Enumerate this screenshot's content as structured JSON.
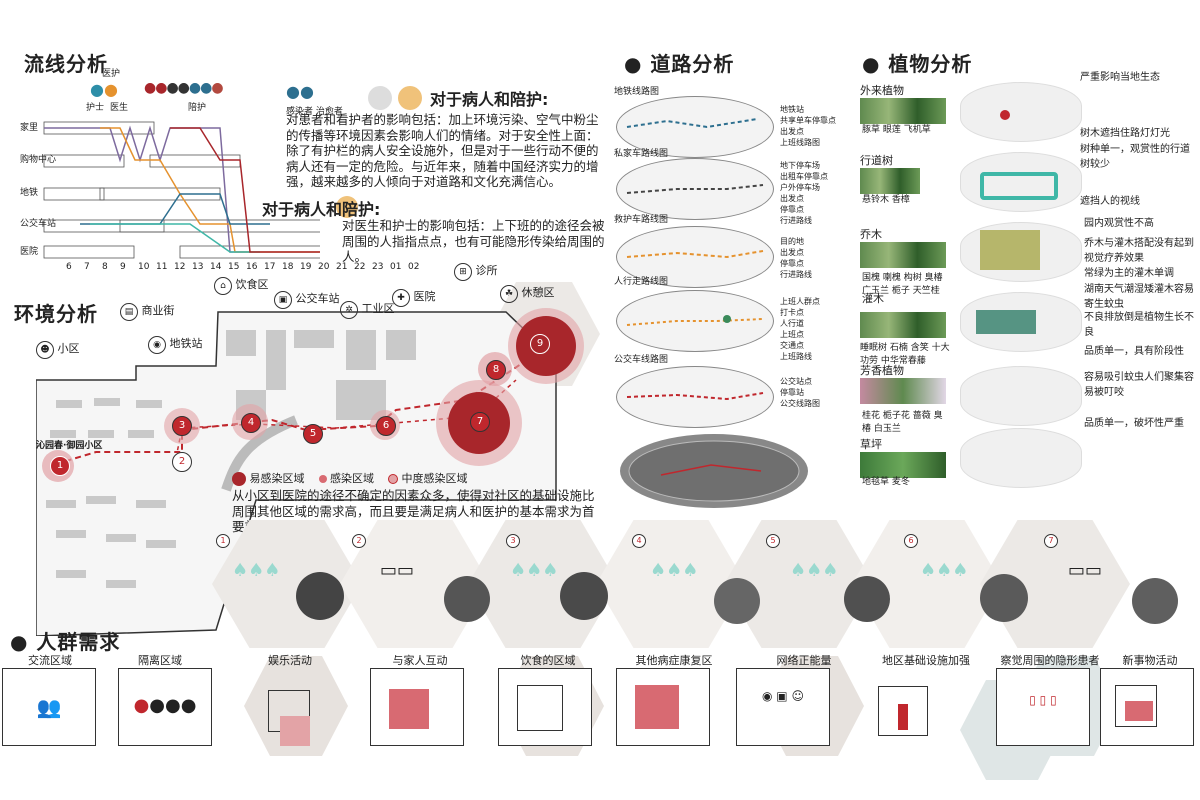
{
  "flow": {
    "title": "流线分析",
    "group_medical": "医护",
    "group_escort": "陪护",
    "people": [
      "护士",
      "医生",
      "感染者",
      "治愈者"
    ],
    "rows": [
      "家里",
      "购物中心",
      "地铁",
      "公交车站",
      "医院"
    ],
    "hours": [
      "6",
      "7",
      "8",
      "9",
      "10",
      "11",
      "12",
      "13",
      "14",
      "15",
      "16",
      "17",
      "18",
      "19",
      "20",
      "21",
      "22",
      "23",
      "01",
      "02"
    ],
    "patient_heading": "对于病人和陪护:",
    "patient_text": "对患者和看护者的影响包括：加上环境污染、空气中粉尘的传播等环境因素会影响人们的情绪。对于安全性上面：除了有护栏的病人安全设施外，但是对于一些行动不便的病人还有一定的危险。与近年来，随着中国经济实力的增强，越来越多的人倾向于对道路和文化充满信心。",
    "staff_heading": "对于病人和陪护:",
    "staff_text": "对医生和护士的影响包括：上下班的的途径会被周围的人指指点点，也有可能隐形传染给周围的人。"
  },
  "env": {
    "title": "环境分析",
    "places": [
      "小区",
      "商业街",
      "地铁站",
      "饮食区",
      "公交车站",
      "工业区",
      "医院",
      "诊所",
      "休憩区"
    ],
    "community_label": "沁园春·御园小区",
    "legend": [
      "易感染区域",
      "感染区域",
      "中度感染区域"
    ],
    "desc": "从小区到医院的途径不确定的因素众多，使得对社区的基础设施比周围其他区域的需求高，而且要是满足病人和医护的基本需求为首要前提。",
    "points": [
      "1",
      "2",
      "3",
      "4",
      "5",
      "6",
      "7",
      "8",
      "9"
    ]
  },
  "road": {
    "title": "道路分析",
    "maps": [
      {
        "label": "地铁线路图",
        "legend": [
          "地铁站",
          "共享单车停靠点",
          "出发点",
          "上班线路图"
        ]
      },
      {
        "label": "私家车路线图",
        "legend": [
          "地下停车场",
          "出租车停靠点",
          "户外停车场",
          "出发点",
          "停靠点",
          "行进路线"
        ]
      },
      {
        "label": "救护车路线图",
        "legend": [
          "目的地",
          "出发点",
          "停靠点",
          "行进路线"
        ]
      },
      {
        "label": "人行走路线图",
        "legend": [
          "上班人群点",
          "打卡点",
          "人行道",
          "上班点",
          "交通点",
          "上班路线"
        ]
      },
      {
        "label": "公交车线路图",
        "legend": [
          "公交站点",
          "停靠站",
          "公交线路图"
        ]
      }
    ]
  },
  "plant": {
    "title": "植物分析",
    "groups": [
      {
        "name": "外来植物",
        "species": [
          "豚草",
          "眼莲",
          "飞机草"
        ],
        "notes": [
          "严重影响当地生态"
        ]
      },
      {
        "name": "行道树",
        "species": [
          "悬铃木",
          "香樟"
        ],
        "notes": [
          "树木遮挡住路灯灯光",
          "树种单一，观赏性的行道树较少"
        ]
      },
      {
        "name": "乔木",
        "species": [
          "国槐",
          "喇槐",
          "构树",
          "臭椿",
          "广玉兰",
          "栀子",
          "天竺桂"
        ],
        "notes": [
          "遮挡人的视线",
          "园内观赏性不高",
          "乔木与灌木搭配没有起到视觉疗养效果"
        ]
      },
      {
        "name": "灌木",
        "species": [
          "睡眠树",
          "石楠",
          "含笑",
          "十大功劳",
          "中华常春藤"
        ],
        "notes": [
          "常绿为主的灌木单调",
          "湖南天气潮湿矮灌木容易寄生蚊虫",
          "不良排放倒是植物生长不良"
        ]
      },
      {
        "name": "芳香植物",
        "species": [
          "桂花",
          "栀子花",
          "蔷薇",
          "臭椿",
          "白玉兰"
        ],
        "notes": [
          "品质单一，具有阶段性",
          "容易吸引蚊虫人们聚集容易被叮咬"
        ]
      },
      {
        "name": "草坪",
        "species": [
          "地毯草",
          "麦冬"
        ],
        "notes": [
          "品质单一，破坏性严重"
        ]
      }
    ]
  },
  "needs": {
    "title": "人群需求",
    "items": [
      "交流区域",
      "隔离区域",
      "娱乐活动",
      "与家人互动",
      "饮食的区域",
      "其他病症康复区",
      "网络正能量",
      "地区基础设施加强",
      "察觉周围的隐形患者",
      "新事物活动"
    ]
  },
  "steps": [
    "1",
    "2",
    "3",
    "4",
    "5",
    "6",
    "7"
  ],
  "colors": {
    "accent": "#a8262b",
    "pink": "#e3a3a6",
    "teal": "#3fb7a7",
    "route": "#c0272d"
  }
}
